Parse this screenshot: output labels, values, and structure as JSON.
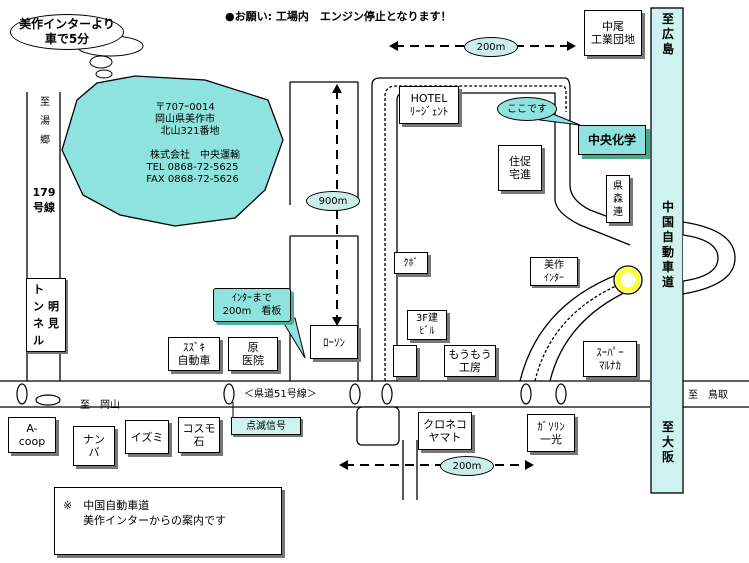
{
  "notice": "●お願い: 工場内　エンジン停止となります！",
  "interchange_bubble": "美作インターより\n車で5分",
  "company_info": {
    "postal": "〒707ｰ0014",
    "addr1": "岡山県美作市",
    "addr2": "北山321番地",
    "company": "株式会社　中央運輸",
    "tel": "TEL 0868-72-5625",
    "fax": "FAX 0868-72-5626"
  },
  "distances": {
    "top_200m": "200m",
    "mid_900m": "900m",
    "bottom_200m": "200m"
  },
  "sign_callout": "ｲﾝﾀｰまで\n200m　看板",
  "here_callout": "ここです",
  "destination": "中央化学",
  "highway": {
    "name": "中国自動車道",
    "to_hiroshima": "至　広島",
    "to_osaka": "至大阪"
  },
  "road_labels": {
    "left_road": "至　岡山",
    "right_road": "至　鳥取",
    "prefectural": "＜県道51号線＞",
    "route179_a": "至\n湯\n郷",
    "route179_b": "179\n号線",
    "tunnel": "明\n見",
    "tunnel_b": "ト\nン\nネ\nル"
  },
  "blinker": "点滅信号",
  "interchange": "美作\nｲﾝﾀｰ",
  "buildings": {
    "nakao": "中尾\n工業団地",
    "hotel": "HOTEL\nﾘｰｼﾞｪﾝﾄ",
    "residence": "住促\n宅進",
    "prefectural_forest": "県\n森\n連",
    "kubo": "ｸﾎﾞ",
    "bldg3f": "3F建\nﾋﾞﾙ",
    "lawson": "ﾛｰｿﾝ",
    "suzuki": "ｽｽﾞｷ\n自動車",
    "clinic": "原\n医院",
    "moumou": "もうもう\n工房",
    "super": "ｽｰﾊﾟｰ\nﾏﾙﾅｶ",
    "coop": "A-\ncoop",
    "nanba": "ナン\nバ",
    "izumi": "イズミ",
    "cosmo": "コスモ\n石",
    "kuroneko": "クロネコ\nヤマト",
    "gas": "ｶﾞｿﾘﾝ\n一光"
  },
  "footer_note_line1": "※　中国自動車道",
  "footer_note_line2": "美作インターからの案内です",
  "colors": {
    "accent_fill": "#8fe3de",
    "pill_fill": "#cdeee8",
    "highway_fill": "#cdf2ef",
    "ic_ring": "#ffff33"
  }
}
